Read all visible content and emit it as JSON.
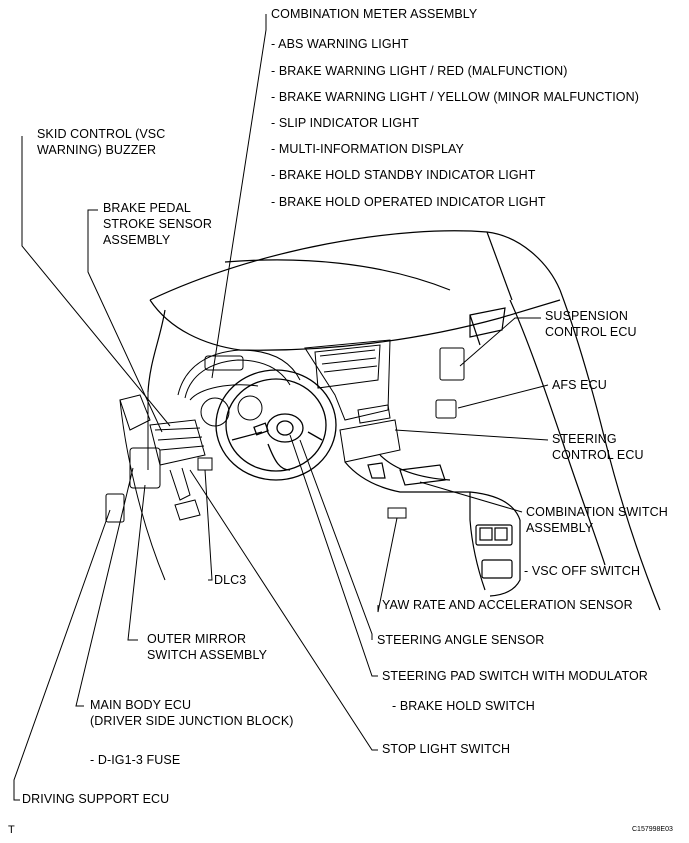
{
  "labels": {
    "combination_meter": "COMBINATION METER ASSEMBLY",
    "abs_warning": "- ABS WARNING LIGHT",
    "brake_red": "- BRAKE WARNING LIGHT / RED (MALFUNCTION)",
    "brake_yellow": "- BRAKE WARNING LIGHT / YELLOW (MINOR MALFUNCTION)",
    "slip_indicator": "- SLIP INDICATOR LIGHT",
    "multi_info": "- MULTI-INFORMATION DISPLAY",
    "brake_hold_standby": "- BRAKE HOLD STANDBY INDICATOR LIGHT",
    "brake_hold_operated": "- BRAKE HOLD OPERATED INDICATOR LIGHT",
    "skid_control_1": "SKID CONTROL (VSC",
    "skid_control_2": "WARNING) BUZZER",
    "brake_pedal_1": "BRAKE PEDAL",
    "brake_pedal_2": "STROKE SENSOR",
    "brake_pedal_3": "ASSEMBLY",
    "suspension_1": "SUSPENSION",
    "suspension_2": "CONTROL ECU",
    "afs_ecu": "AFS ECU",
    "steering_control_1": "STEERING",
    "steering_control_2": "CONTROL ECU",
    "combination_switch_1": "COMBINATION SWITCH",
    "combination_switch_2": "ASSEMBLY",
    "vsc_off": "- VSC OFF SWITCH",
    "dlc3": "DLC3",
    "yaw_rate": "YAW RATE AND ACCELERATION SENSOR",
    "outer_mirror_1": "OUTER MIRROR",
    "outer_mirror_2": "SWITCH ASSEMBLY",
    "steering_angle": "STEERING ANGLE SENSOR",
    "steering_pad": "STEERING PAD SWITCH WITH MODULATOR",
    "brake_hold_switch": "- BRAKE HOLD SWITCH",
    "main_body_1": "MAIN BODY ECU",
    "main_body_2": "(DRIVER SIDE JUNCTION BLOCK)",
    "dig_fuse": "- D-IG1-3 FUSE",
    "stop_light": "STOP LIGHT SWITCH",
    "driving_support": "DRIVING SUPPORT ECU"
  },
  "corner_mark": "T",
  "figure_code": "C157998E03"
}
